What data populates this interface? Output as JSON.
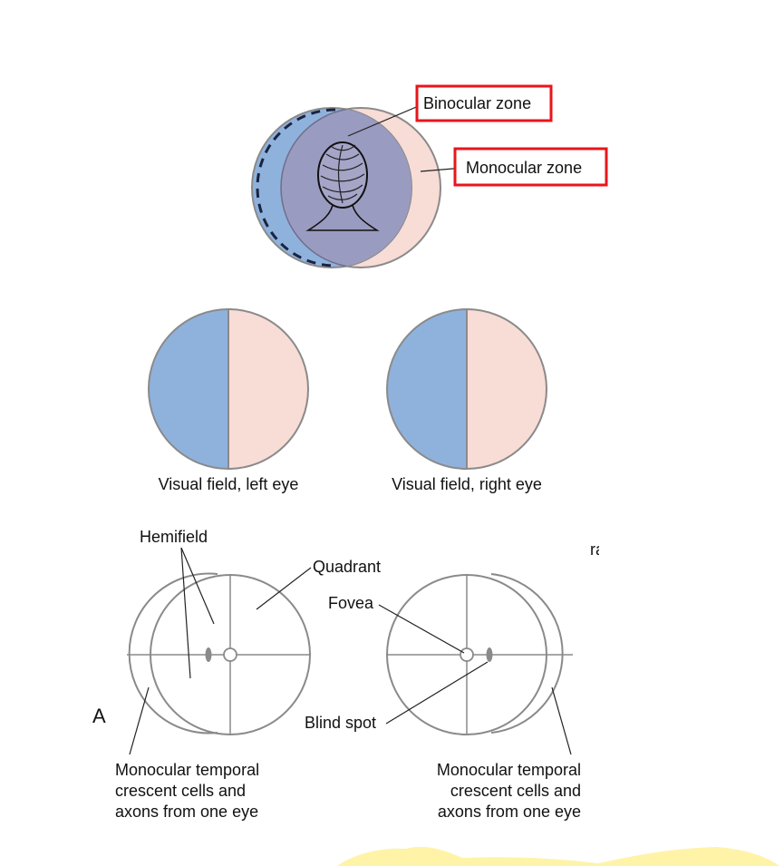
{
  "labels": {
    "binocular_zone": "Binocular zone",
    "monocular_zone": "Monocular zone",
    "visual_field_left": "Visual field, left eye",
    "visual_field_right": "Visual field, right eye",
    "hemifield": "Hemifield",
    "quadrant": "Quadrant",
    "fovea": "Fovea",
    "blind_spot": "Blind spot",
    "panel_letter": "A",
    "clipped_text": "ra",
    "left_crescent_lines": [
      "Monocular temporal",
      "crescent cells and",
      "axons from one eye"
    ],
    "right_crescent_lines": [
      "Monocular temporal",
      "crescent cells and",
      "axons from one eye"
    ]
  },
  "colors": {
    "blue_field": "#8fb2dd",
    "pink_field": "#f8dcd6",
    "overlap_field": "#9a9bc0",
    "highlight_box": "#e8151b",
    "outline": "#8a8a8a",
    "yellow_banner": "#fff3a8"
  }
}
